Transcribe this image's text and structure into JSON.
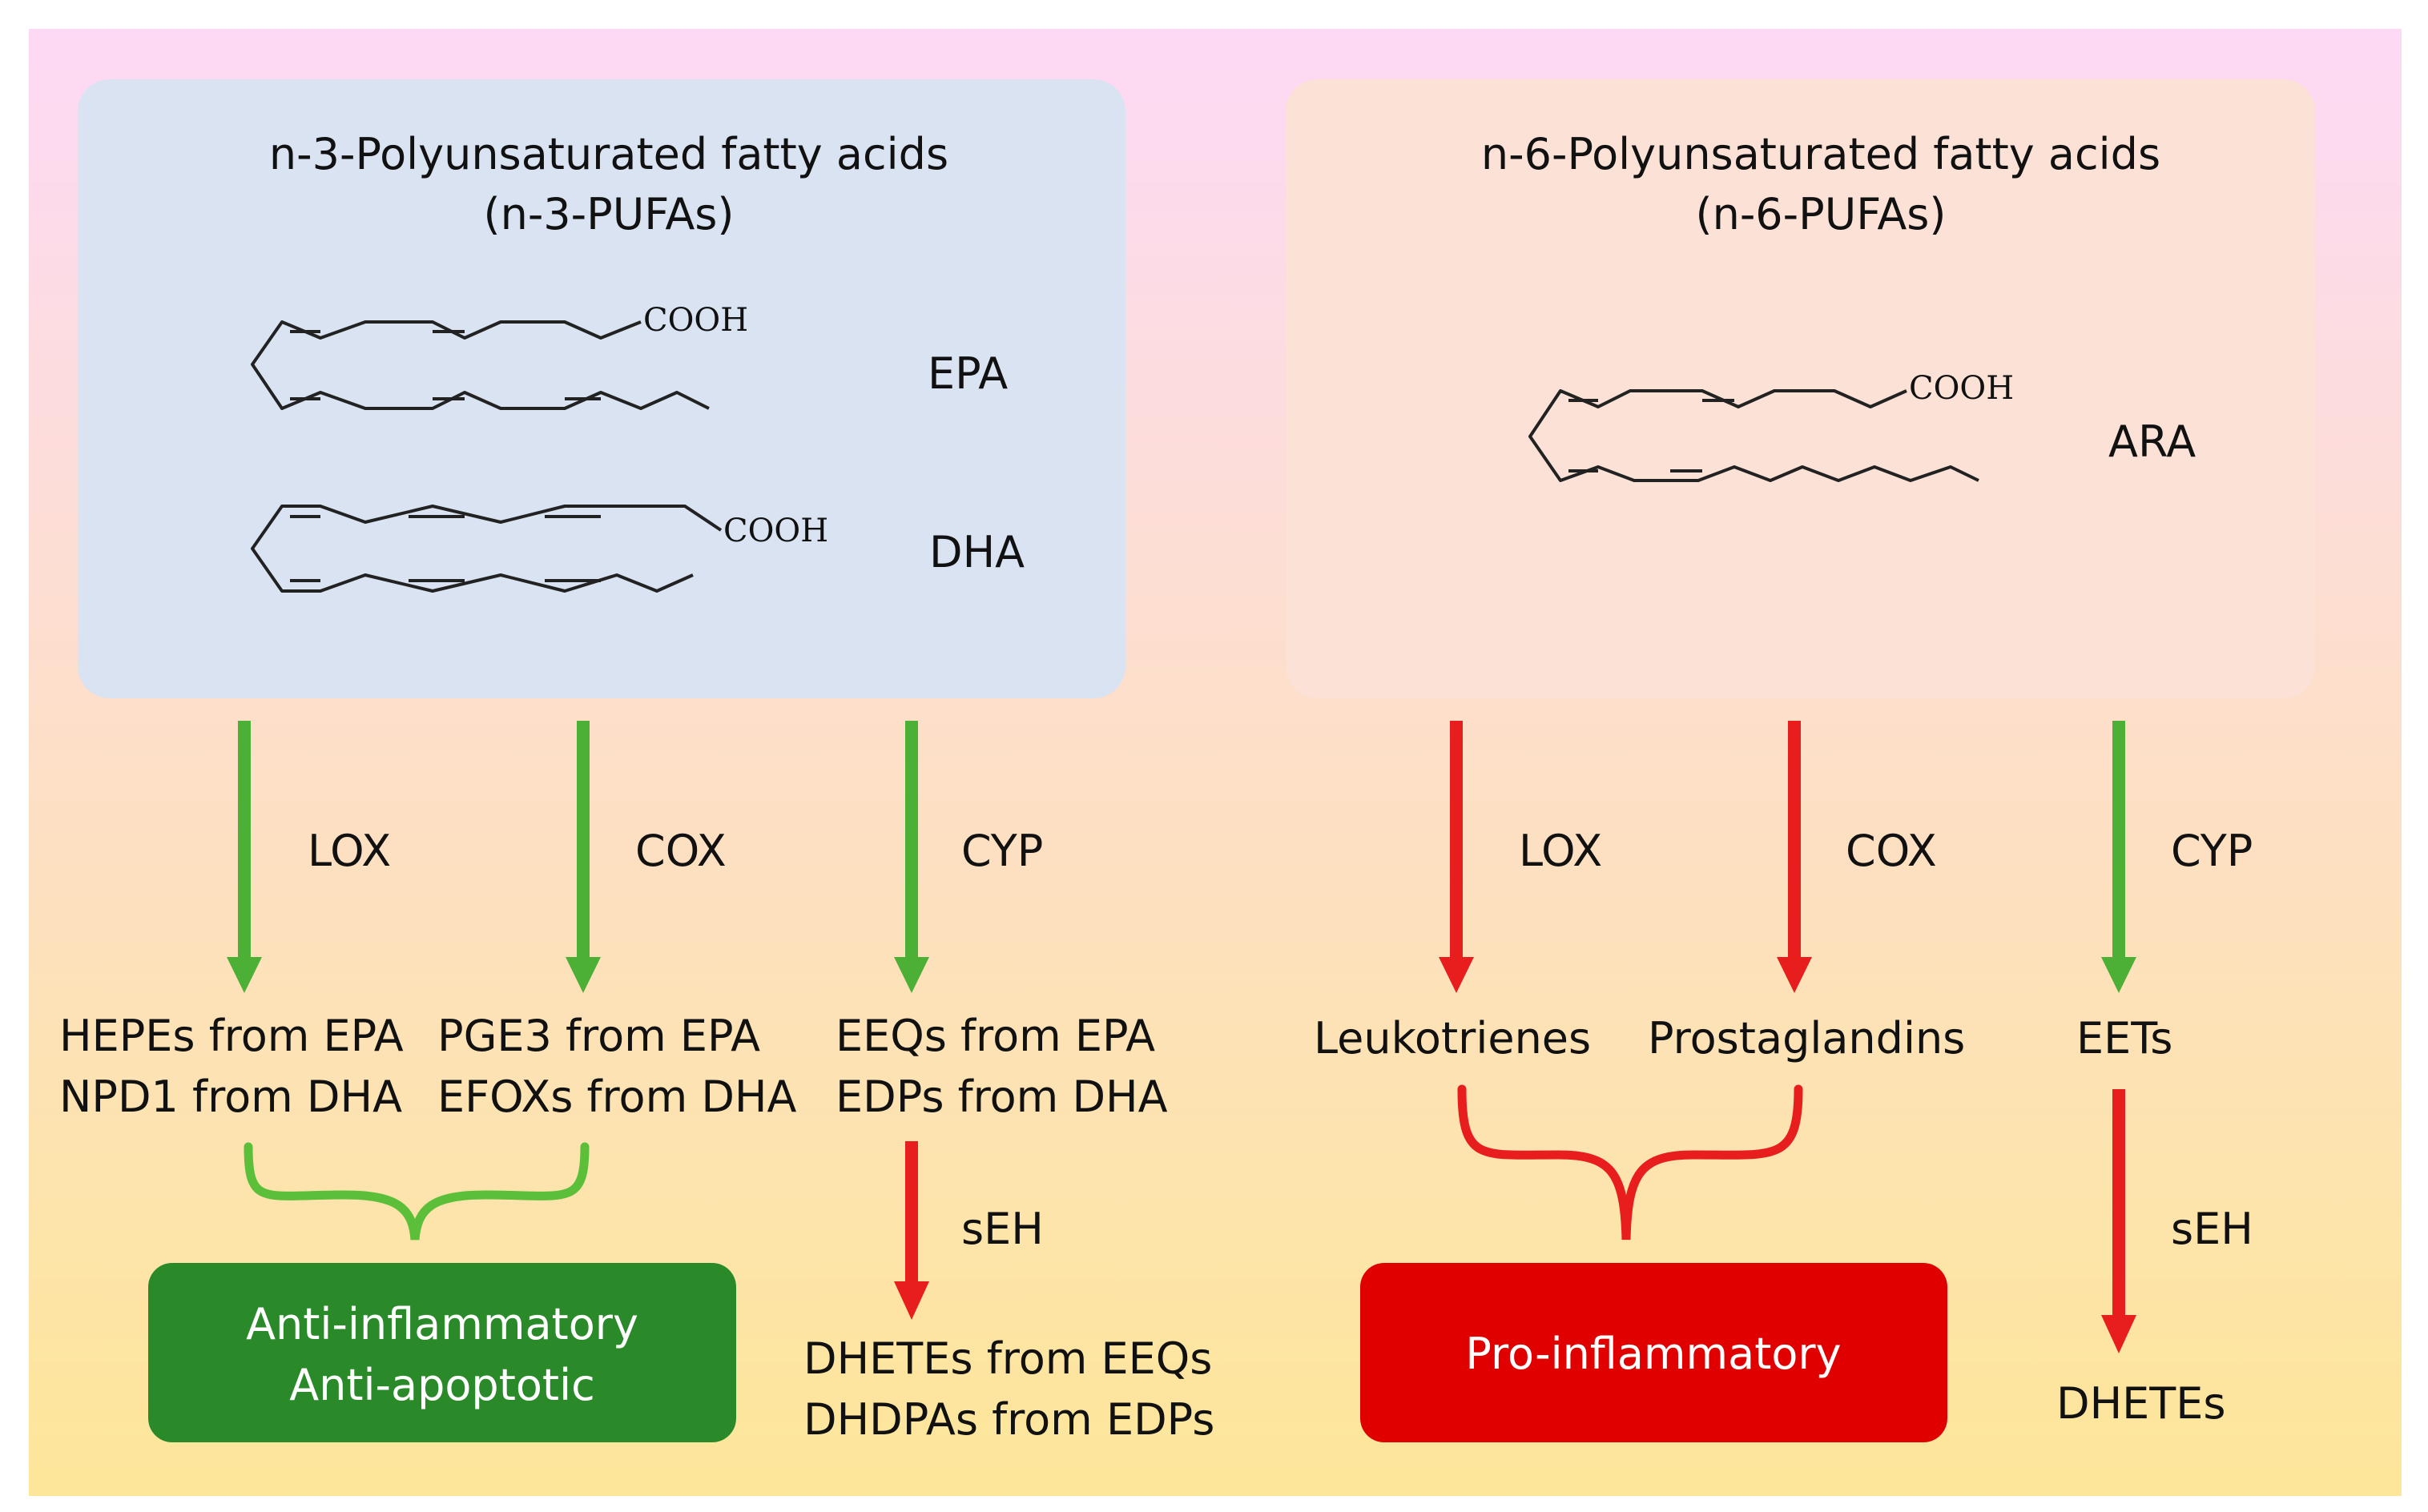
{
  "panels": {
    "n3": {
      "title_line1": "n-3-Polyunsaturated fatty acids",
      "title_line2": "(n-3-PUFAs)",
      "molecule1_label": "EPA",
      "molecule2_label": "DHA",
      "cooh": "COOH"
    },
    "n6": {
      "title_line1": "n-6-Polyunsaturated fatty acids",
      "title_line2": "(n-6-PUFAs)",
      "molecule_label": "ARA",
      "cooh": "COOH"
    }
  },
  "pathways": {
    "n3_lox": {
      "enzyme": "LOX",
      "product_line1": "HEPEs from EPA",
      "product_line2": "NPD1 from DHA",
      "color": "#4caf36"
    },
    "n3_cox": {
      "enzyme": "COX",
      "product_line1": "PGE3 from EPA",
      "product_line2": "EFOXs from DHA",
      "color": "#4caf36"
    },
    "n3_cyp": {
      "enzyme": "CYP",
      "product_line1": "EEQs from EPA",
      "product_line2": "EDPs from DHA",
      "color": "#4caf36"
    },
    "n3_seh": {
      "enzyme": "sEH",
      "product_line1": "DHETEs from EEQs",
      "product_line2": "DHDPAs from EDPs",
      "color": "#e81e1e"
    },
    "n6_lox": {
      "enzyme": "LOX",
      "product": "Leukotrienes",
      "color": "#e81e1e"
    },
    "n6_cox": {
      "enzyme": "COX",
      "product": "Prostaglandins",
      "color": "#e81e1e"
    },
    "n6_cyp": {
      "enzyme": "CYP",
      "product": "EETs",
      "color": "#4caf36"
    },
    "n6_seh": {
      "enzyme": "sEH",
      "product": "DHETEs",
      "color": "#e81e1e"
    }
  },
  "outcomes": {
    "anti": {
      "line1": "Anti-inflammatory",
      "line2": "Anti-apoptotic",
      "color": "#2a8a2a"
    },
    "pro": {
      "label": "Pro-inflammatory",
      "color": "#e00000"
    }
  },
  "colors": {
    "background_top": "#fdd9f5",
    "background_bottom": "#fde699",
    "n3_panel": "#d9e3f2",
    "n6_panel": "#fce2d6",
    "green": "#4caf36",
    "red": "#e81e1e"
  }
}
